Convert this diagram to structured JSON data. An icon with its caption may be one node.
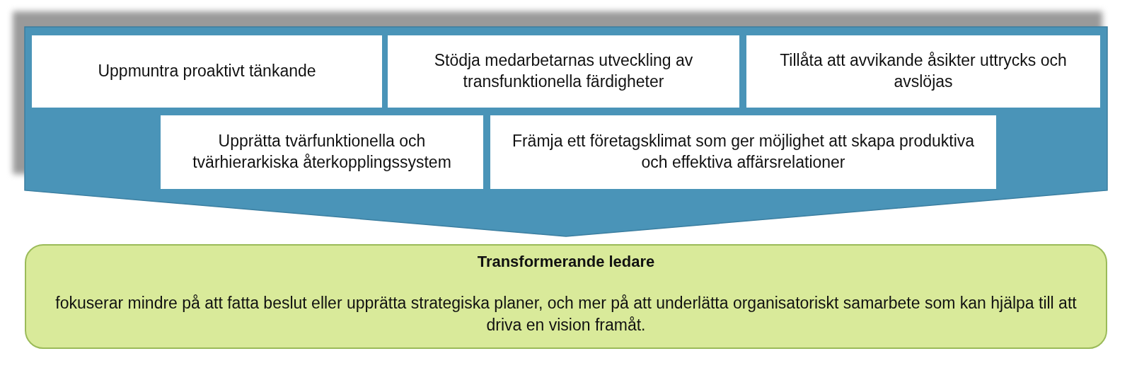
{
  "diagram": {
    "nodes": [
      {
        "text": [],
        "shape": "pentagon"
      },
      {
        "text": [
          "Uppmuntra proaktivt tänkande"
        ],
        "in": 0
      },
      {
        "text": [
          "Stödja medarbetarnas utveckling av transfunktionella färdigheter"
        ],
        "in": 0
      },
      {
        "text": [
          "Tillåta att avvikande åsikter uttrycks och avslöjas"
        ],
        "in": 0
      },
      {
        "text": [
          "Upprätta tvärfunktionella och tvärhierarkiska återkopplingssystem"
        ],
        "in": 0
      },
      {
        "text": [
          "Främja ett företagsklimat som ger möjlighet att skapa produktiva och effektiva affärsrelationer"
        ],
        "in": 0
      },
      {
        "text": [
          "Transformerande ledare",
          "fokuserar mindre på att fatta beslut eller upprätta strategiska planer, och mer på att underlätta organisatoriskt samarbete som kan hjälpa till att driva en vision framåt."
        ]
      }
    ],
    "edges": []
  }
}
